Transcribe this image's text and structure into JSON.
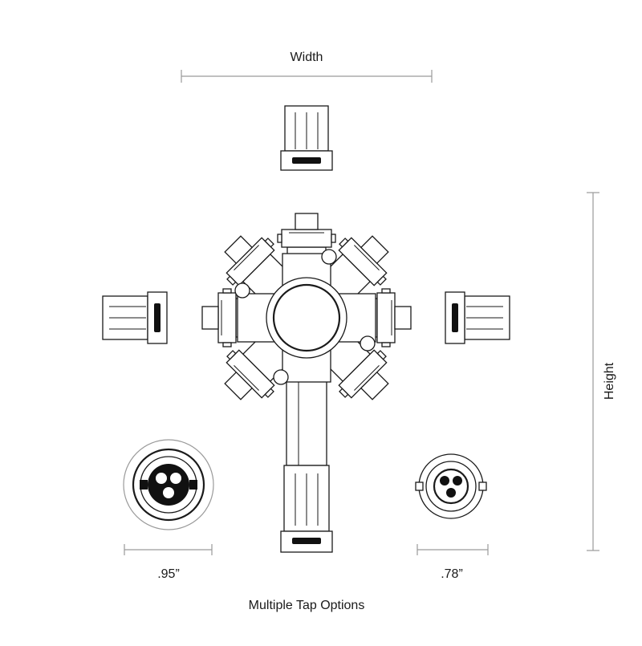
{
  "labels": {
    "width": "Width",
    "height": "Height",
    "diameter_large": ".95”",
    "diameter_small": ".78”",
    "caption": "Multiple Tap Options"
  },
  "colors": {
    "stroke": "#1a1a1a",
    "dimension": "#9a9a9a",
    "background": "#ffffff"
  }
}
